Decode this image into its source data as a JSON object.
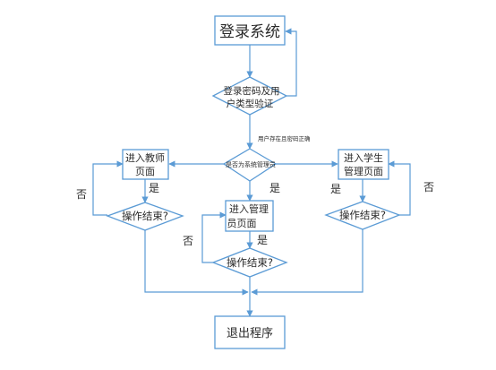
{
  "colors": {
    "stroke": "#5b9bd5",
    "text": "#2b2b2b",
    "background": "#ffffff"
  },
  "nodes": {
    "login_system": "登录系统",
    "verify_line1": "登录密码及用",
    "verify_line2": "户类型验证",
    "admin_check": "是否为系统管理员",
    "teacher_page_line1": "进入教师",
    "teacher_page_line2": "页面",
    "student_page_line1": "进入学生",
    "student_page_line2": "管理页面",
    "admin_page_line1": "进入管理",
    "admin_page_line2": "员页面",
    "end_teacher": "操作结束?",
    "end_admin": "操作结束?",
    "end_student": "操作结束?",
    "exit_program": "退出程序"
  },
  "edge_labels": {
    "user_exists_pwd_correct": "用户存在且密码正确",
    "yes_admin": "是",
    "yes_teacher": "是",
    "yes_student": "是",
    "yes_admin_page": "是",
    "no_teacher": "否",
    "no_admin": "否",
    "no_student": "否"
  }
}
